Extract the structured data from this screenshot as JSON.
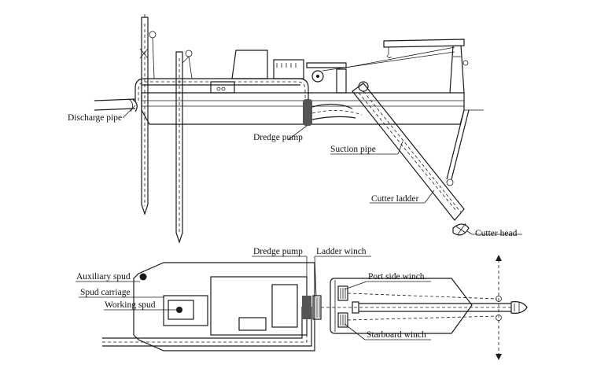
{
  "side_view_labels": {
    "discharge_pipe": "Discharge pipe",
    "dredge_pump": "Dredge pump",
    "suction_pipe": "Suction pipe",
    "cutter_ladder": "Cutter ladder",
    "cutter_head": "Cutter head"
  },
  "plan_view_labels": {
    "dredge_pump": "Dredge pump",
    "ladder_winch": "Ladder winch",
    "auxiliary_spud": "Auxiliary spud",
    "port_side_winch": "Port side winch.",
    "spud_carriage": "Spud carriage",
    "working_spud": "Working spud",
    "starboard_winch": "Starboard winch"
  }
}
